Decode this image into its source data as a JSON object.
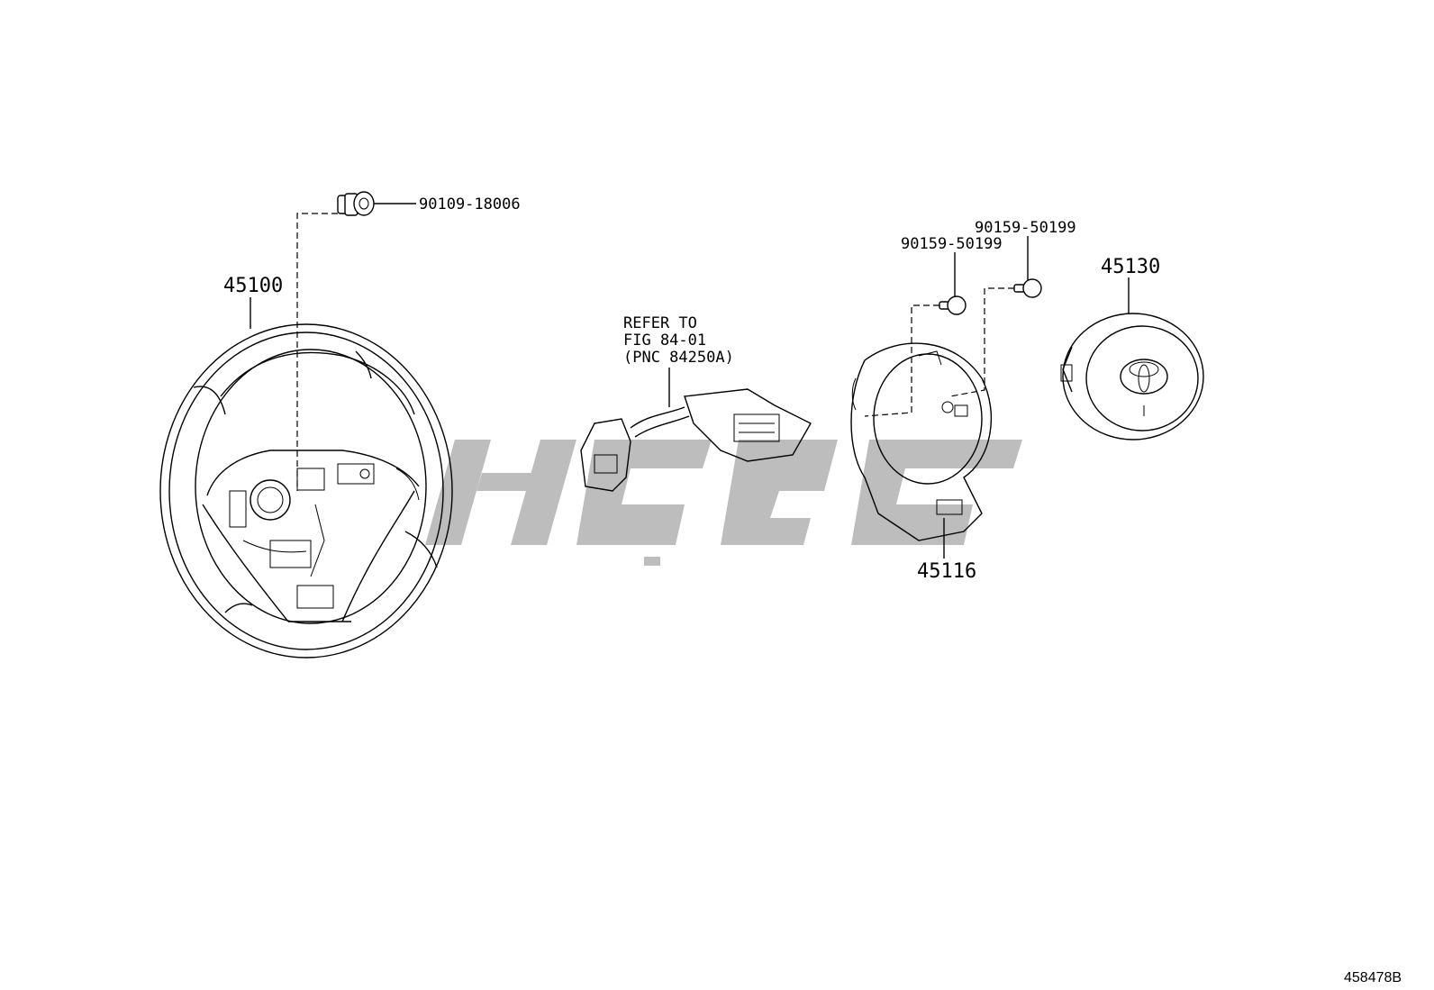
{
  "parts": {
    "steering_wheel": "45100",
    "bolt_top": "90109-18006",
    "switch_note_line1": "REFER TO",
    "switch_note_line2": "FIG 84-01",
    "switch_note_line3": "(PNC 84250A)",
    "screw_left": "90159-50199",
    "screw_right": "90159-50199",
    "cover": "45116",
    "airbag": "45130"
  },
  "figure_id": "458478B",
  "colors": {
    "line": "#000000",
    "watermark": "#bdbdbd",
    "background": "#ffffff"
  }
}
